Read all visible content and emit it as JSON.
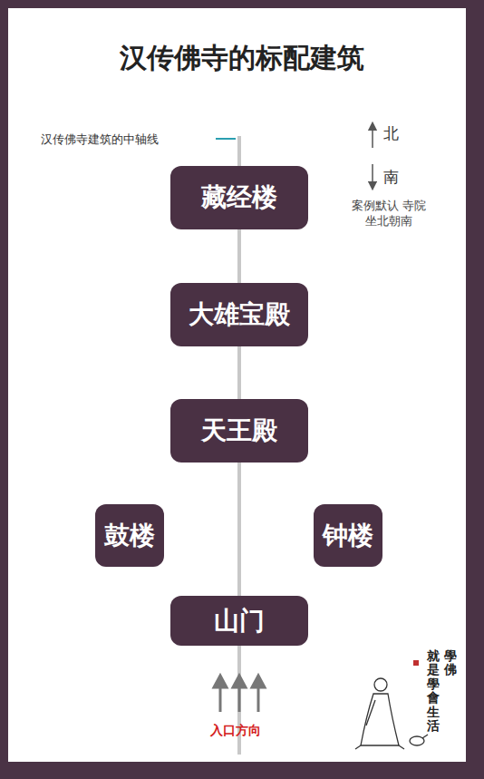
{
  "diagram": {
    "title": "汉传佛寺的标配建筑",
    "nodes": [
      {
        "text": [
          "藏经楼"
        ]
      },
      {
        "text": [
          "大雄宝殿"
        ]
      },
      {
        "text": [
          "天王殿"
        ]
      },
      {
        "text": [
          "鼓楼"
        ]
      },
      {
        "text": [
          "钟楼"
        ]
      },
      {
        "text": [
          "山门"
        ]
      }
    ],
    "edges": [
      {
        "from": 0,
        "to": 1,
        "arrow": "none"
      },
      {
        "from": 1,
        "to": 2,
        "arrow": "none"
      },
      {
        "from": 2,
        "to": 5,
        "arrow": "none"
      }
    ],
    "labels": [
      "汉传佛寺建筑的中轴线",
      "北",
      "南",
      "案例默认 寺院坐北朝南",
      "入口方向",
      "學佛",
      "就是學會生活"
    ]
  }
}
